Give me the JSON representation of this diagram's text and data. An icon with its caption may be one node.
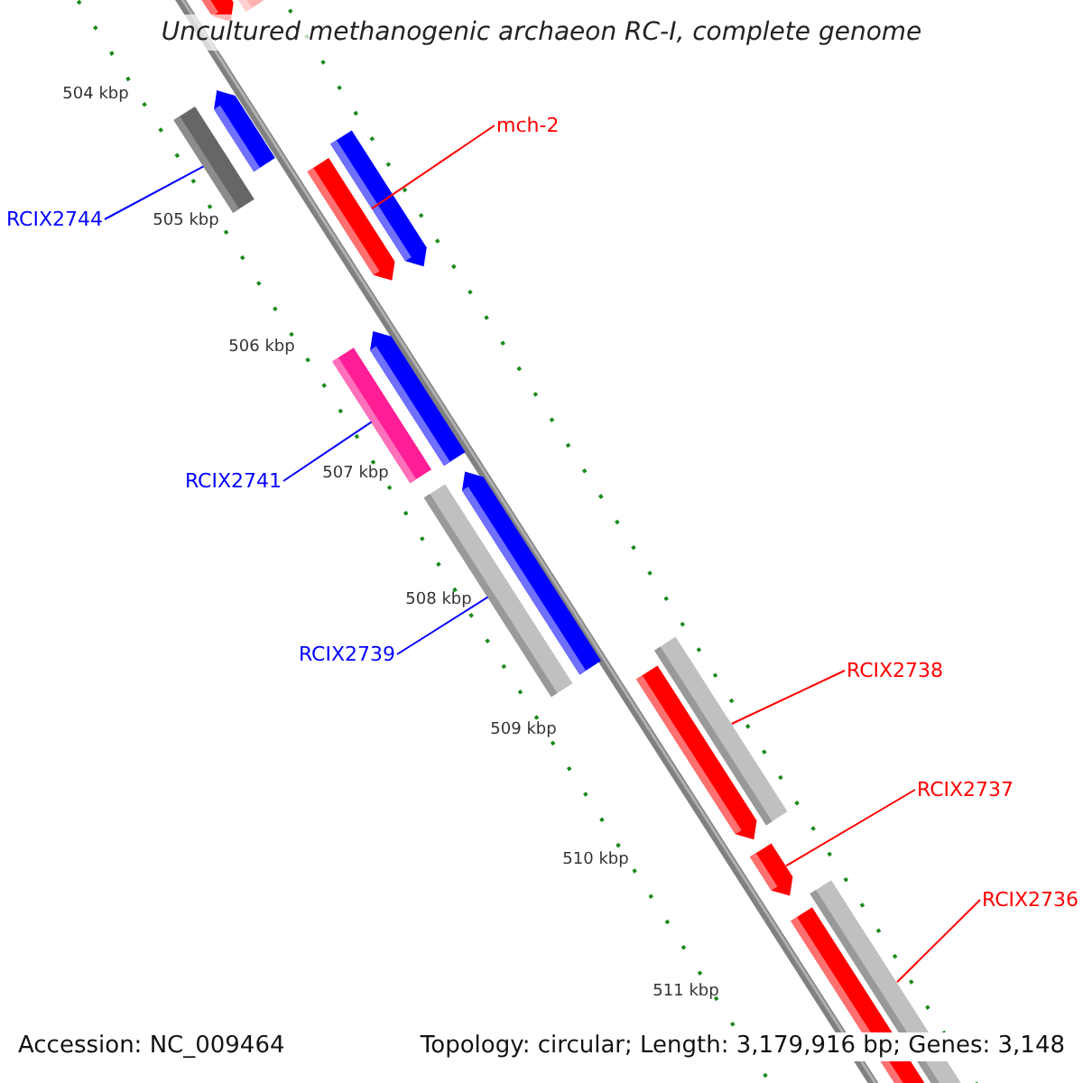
{
  "diagram": {
    "title": "Uncultured methanogenic archaeon RC-I, complete genome",
    "nodes": [
      {
        "text": [
          "mch-2"
        ]
      },
      {
        "text": [
          "RCIX2744"
        ]
      },
      {
        "text": [
          "RCIX2741"
        ]
      },
      {
        "text": [
          "RCIX2739"
        ]
      },
      {
        "text": [
          "RCIX2738"
        ]
      },
      {
        "text": [
          "RCIX2737"
        ]
      },
      {
        "text": [
          "RCIX2736"
        ]
      },
      {
        "text": [],
        "shape": "bar"
      },
      {
        "text": [],
        "shape": "bar"
      },
      {
        "text": [],
        "shape": "bar"
      },
      {
        "text": [],
        "shape": "bar"
      },
      {
        "text": [],
        "shape": "bar"
      },
      {
        "text": [],
        "shape": "bar"
      },
      {
        "text": [],
        "shape": "bar"
      }
    ],
    "edges": [
      {
        "from": 0,
        "to": 7,
        "arrow": "none"
      },
      {
        "from": 1,
        "to": 8,
        "arrow": "none",
        "color": "#0000ff"
      },
      {
        "from": 2,
        "to": 9,
        "arrow": "none",
        "color": "#0000ff"
      },
      {
        "from": 3,
        "to": 10,
        "arrow": "none",
        "color": "#0000ff"
      },
      {
        "from": 4,
        "to": 11,
        "arrow": "none"
      },
      {
        "from": 5,
        "to": 12,
        "arrow": "none"
      },
      {
        "from": 6,
        "to": 13,
        "arrow": "none"
      }
    ],
    "labels": [
      "504 kbp",
      "505 kbp",
      "506 kbp",
      "507 kbp",
      "508 kbp",
      "509 kbp",
      "510 kbp",
      "511 kbp",
      "Accession: NC_009464",
      "Topology: circular; Length: 3,179,916 bp; Genes: 3,148"
    ]
  }
}
